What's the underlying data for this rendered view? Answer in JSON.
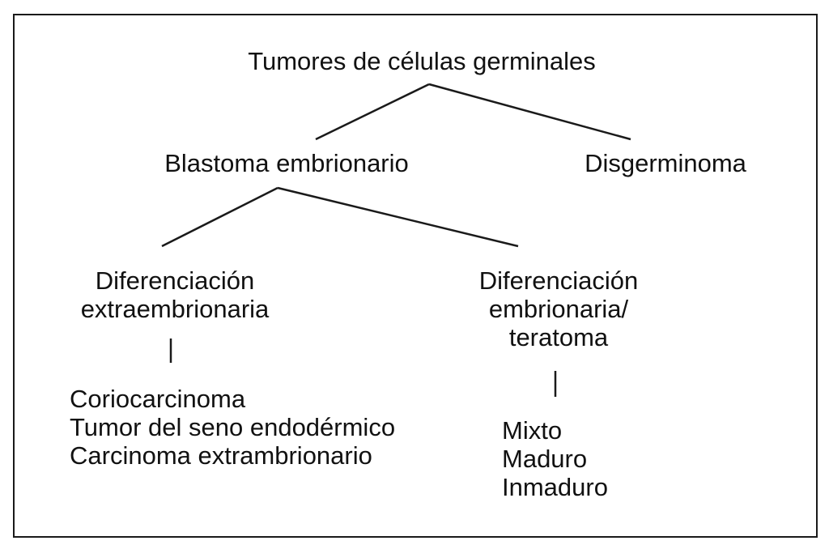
{
  "diagram": {
    "root": {
      "label": "Tumores de células germinales"
    },
    "level1": {
      "blastoma": {
        "label": "Blastoma embrionario"
      },
      "disgerminoma": {
        "label": "Disgerminoma"
      }
    },
    "level2": {
      "extraembrionaria": {
        "lines": [
          "Diferenciación",
          "extraembrionaria"
        ],
        "children": [
          "Coriocarcinoma",
          "Tumor del seno endodérmico",
          "Carcinoma extrambrionario"
        ]
      },
      "embrionaria": {
        "lines": [
          "Diferenciación",
          "embrionaria/",
          "teratoma"
        ],
        "children": [
          "Mixto",
          "Maduro",
          "Inmaduro"
        ]
      }
    }
  }
}
